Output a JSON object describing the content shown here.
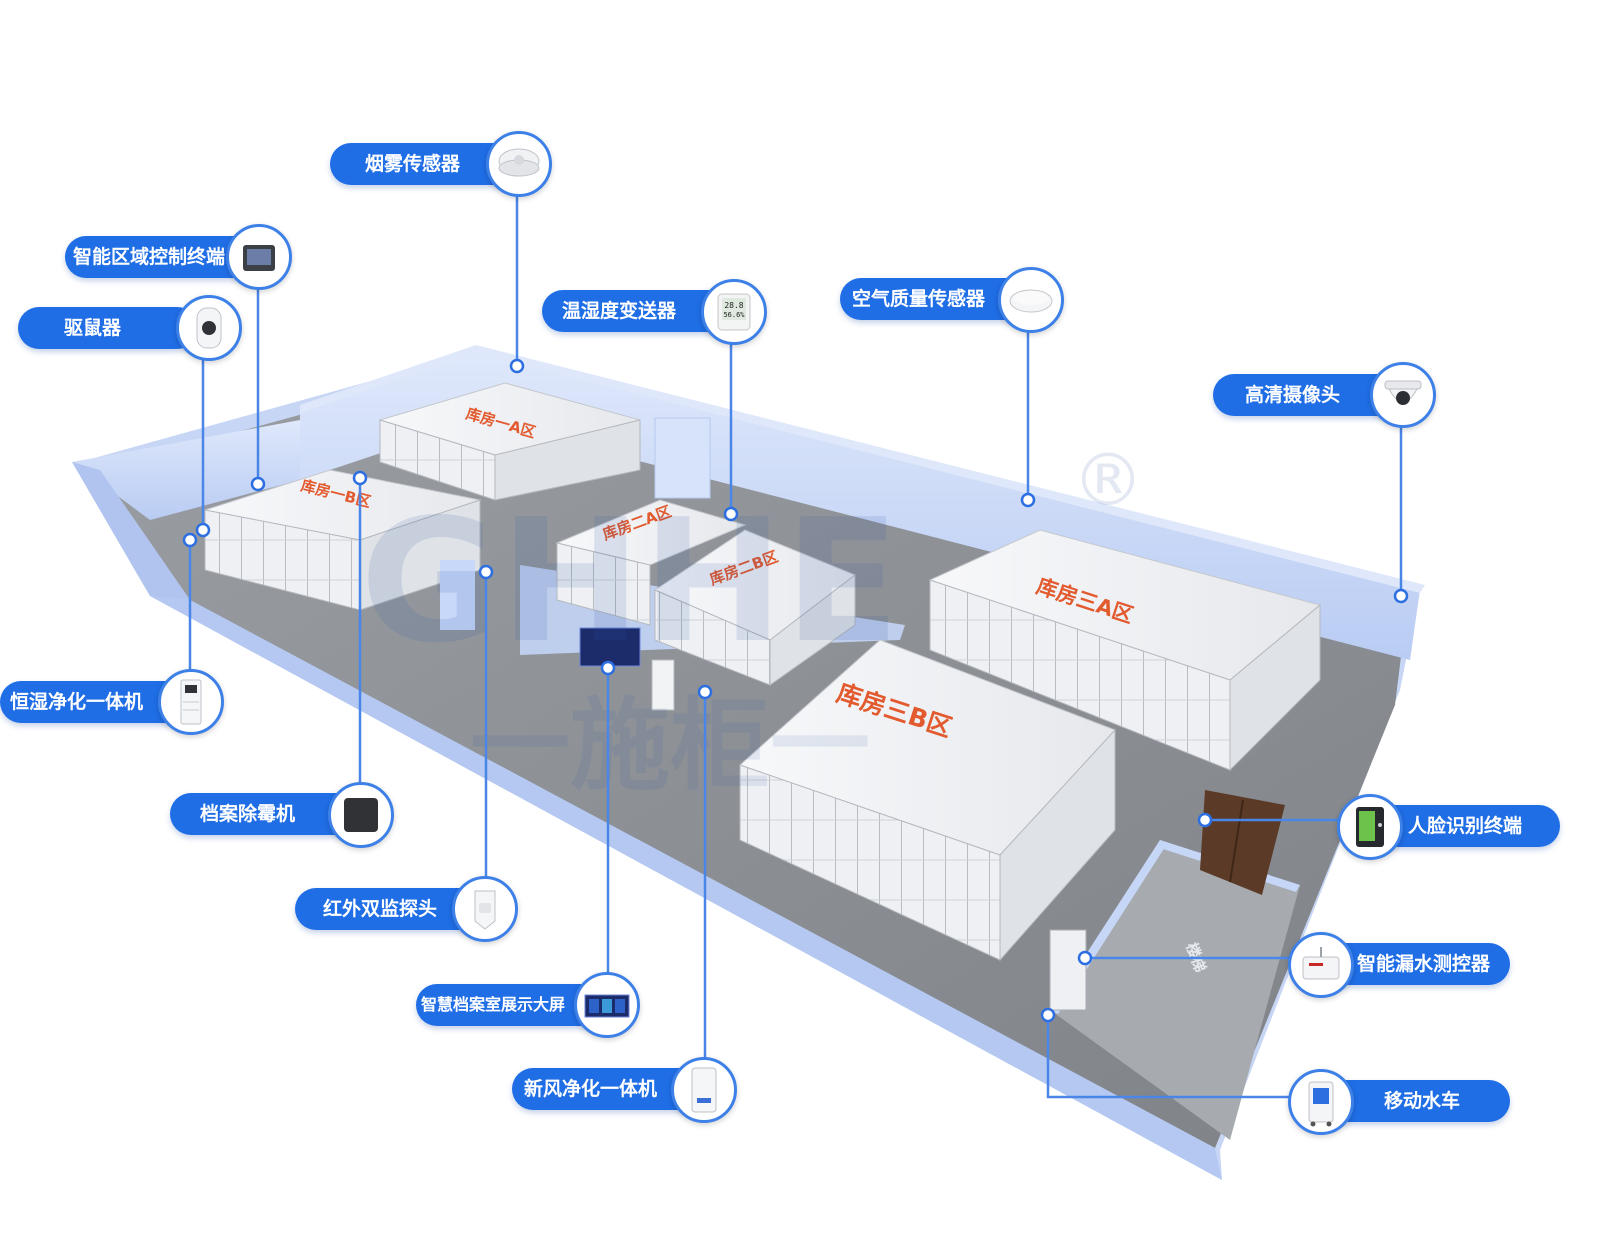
{
  "brand": {
    "watermark_latin": "GHHE",
    "watermark_cn": "一施柜一",
    "registered_mark": "®"
  },
  "zones": {
    "zone_1a": "库房一A区",
    "zone_1b": "库房一B区",
    "zone_2a": "库房二A区",
    "zone_2b": "库房二B区",
    "zone_3a": "库房三A区",
    "zone_3b": "库房三B区",
    "stairs": "楼梯"
  },
  "devices": {
    "smoke_sensor": {
      "label": "烟雾传感器",
      "icon": "smoke-detector-icon"
    },
    "zone_control_terminal": {
      "label": "智能区域控制终端",
      "icon": "control-terminal-icon"
    },
    "rodent_repeller": {
      "label": "驱鼠器",
      "icon": "rodent-repeller-icon"
    },
    "temp_humidity_transmitter": {
      "label": "温湿度变送器",
      "icon": "thermo-hygrometer-icon",
      "display_temp": "28.8",
      "display_humidity": "56.6%"
    },
    "air_quality_sensor": {
      "label": "空气质量传感器",
      "icon": "air-quality-sensor-icon"
    },
    "hd_camera": {
      "label": "高清摄像头",
      "icon": "dome-camera-icon"
    },
    "humidity_purifier": {
      "label": "恒湿净化一体机",
      "icon": "humidity-purifier-icon"
    },
    "mold_remover": {
      "label": "档案除霉机",
      "icon": "mold-remover-icon"
    },
    "infrared_detector": {
      "label": "红外双监探头",
      "icon": "infrared-detector-icon"
    },
    "display_screen": {
      "label": "智慧档案室展示大屏",
      "icon": "display-screen-icon"
    },
    "fresh_air_purifier": {
      "label": "新风净化一体机",
      "icon": "fresh-air-purifier-icon"
    },
    "face_terminal": {
      "label": "人脸识别终端",
      "icon": "face-recognition-icon"
    },
    "leak_controller": {
      "label": "智能漏水测控器",
      "icon": "leak-controller-icon"
    },
    "mobile_water_cart": {
      "label": "移动水车",
      "icon": "water-cart-icon"
    }
  },
  "colors": {
    "pill_blue": "#1f6ee6",
    "line_blue": "#4a86e8",
    "wall_blue": "#c9d8f7",
    "floor_gray": "#8e9296",
    "zone_text": "#e25a2e"
  }
}
